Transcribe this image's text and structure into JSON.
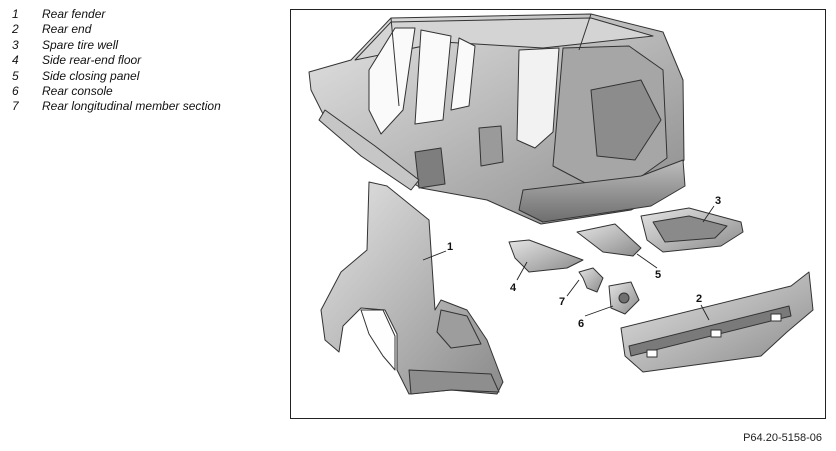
{
  "legend": {
    "items": [
      {
        "num": "1",
        "label": "Rear fender"
      },
      {
        "num": "2",
        "label": "Rear end"
      },
      {
        "num": "3",
        "label": "Spare tire well"
      },
      {
        "num": "4",
        "label": "Side rear-end floor"
      },
      {
        "num": "5",
        "label": "Side closing panel"
      },
      {
        "num": "6",
        "label": "Rear console"
      },
      {
        "num": "7",
        "label": "Rear longitudinal member section"
      }
    ]
  },
  "figure": {
    "callouts": [
      "1",
      "2",
      "3",
      "4",
      "5",
      "6",
      "7"
    ],
    "figure_id": "P64.20-5158-06"
  }
}
